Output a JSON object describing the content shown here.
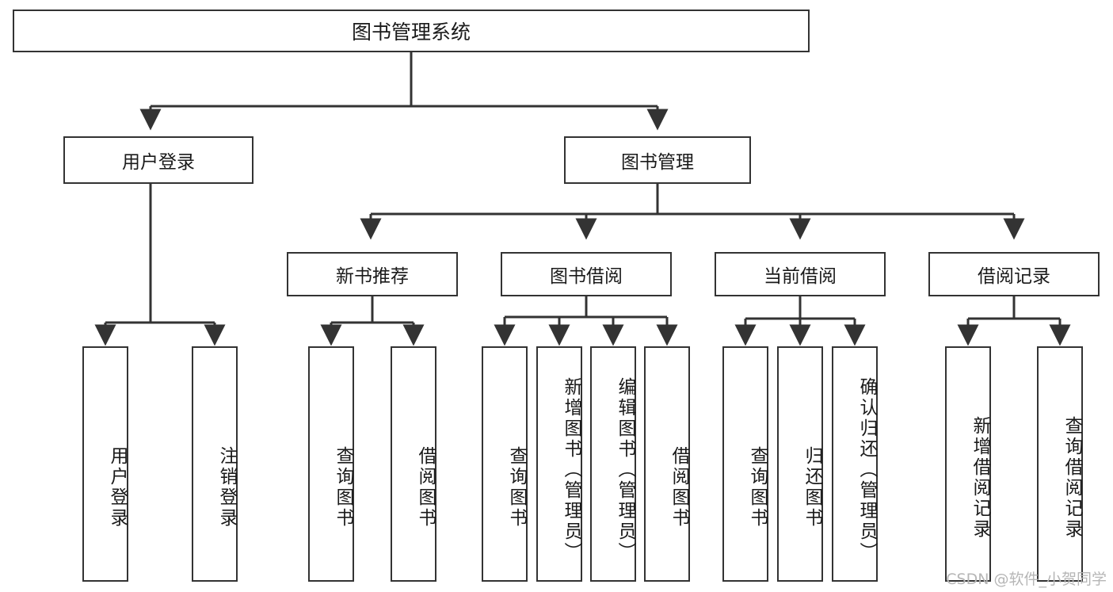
{
  "diagram": {
    "type": "tree-hierarchy",
    "title": "图书管理系统",
    "orientation": "top-down",
    "colors": {
      "box_border": "#333333",
      "box_fill": "#ffffff",
      "connector": "#333333",
      "text": "#1a1a1a",
      "watermark": "#b6b6b6",
      "background": "#ffffff"
    },
    "root": {
      "label": "图书管理系统"
    },
    "level2": [
      {
        "id": "user-login",
        "label": "用户登录"
      },
      {
        "id": "book-manage",
        "label": "图书管理"
      }
    ],
    "level3": [
      {
        "id": "new-book-recommend",
        "label": "新书推荐",
        "parent": "book-manage"
      },
      {
        "id": "book-borrow",
        "label": "图书借阅",
        "parent": "book-manage"
      },
      {
        "id": "current-borrow",
        "label": "当前借阅",
        "parent": "book-manage"
      },
      {
        "id": "borrow-record",
        "label": "借阅记录",
        "parent": "book-manage"
      }
    ],
    "leaves": [
      {
        "id": "leaf-user-login",
        "label": "用户登录",
        "parent": "user-login"
      },
      {
        "id": "leaf-user-logout",
        "label": "注销登录",
        "parent": "user-login"
      },
      {
        "id": "leaf-query-book-rec",
        "label": "查询图书",
        "parent": "new-book-recommend"
      },
      {
        "id": "leaf-borrow-book-rec",
        "label": "借阅图书",
        "parent": "new-book-recommend"
      },
      {
        "id": "leaf-query-book-borrow",
        "label": "查询图书",
        "parent": "book-borrow"
      },
      {
        "id": "leaf-add-book-admin",
        "label": "新增图书（管理员）",
        "parent": "book-borrow"
      },
      {
        "id": "leaf-edit-book-admin",
        "label": "编辑图书（管理员）",
        "parent": "book-borrow"
      },
      {
        "id": "leaf-borrow-book",
        "label": "借阅图书",
        "parent": "book-borrow"
      },
      {
        "id": "leaf-query-book-current",
        "label": "查询图书",
        "parent": "current-borrow"
      },
      {
        "id": "leaf-return-book",
        "label": "归还图书",
        "parent": "current-borrow"
      },
      {
        "id": "leaf-confirm-return-admin",
        "label": "确认归还（管理员）",
        "parent": "current-borrow"
      },
      {
        "id": "leaf-add-record",
        "label": "新增借阅记录",
        "parent": "borrow-record"
      },
      {
        "id": "leaf-query-record",
        "label": "查询借阅记录",
        "parent": "borrow-record"
      }
    ]
  },
  "watermark": {
    "text": "CSDN @软件_小贺同学"
  }
}
